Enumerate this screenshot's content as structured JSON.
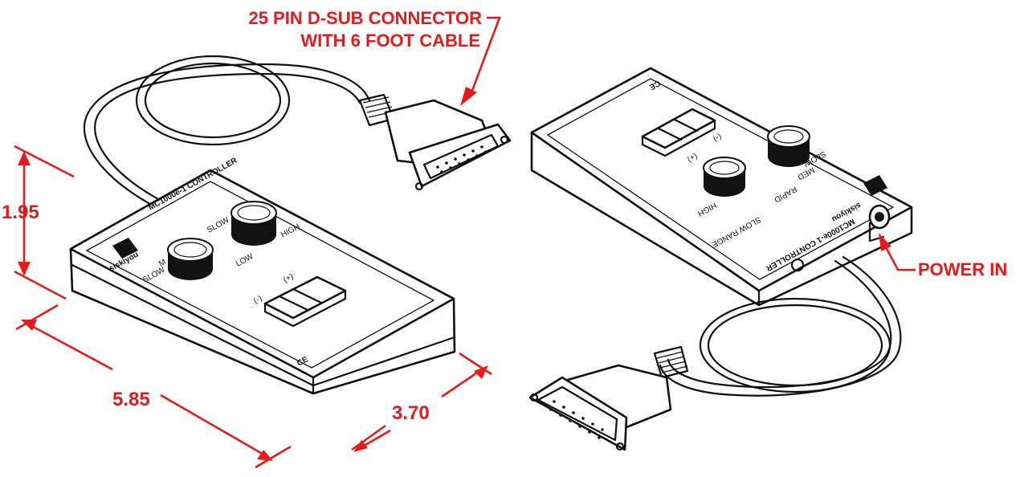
{
  "colors": {
    "annotation": "#e31b1b",
    "linework": "#111111",
    "background": "#ffffff"
  },
  "callouts": {
    "connector_line1": "25 PIN D-SUB CONNECTOR",
    "connector_line2": "WITH 6 FOOT CABLE",
    "power_in": "POWER IN"
  },
  "dimensions": {
    "height": "1.95",
    "length": "5.85",
    "width": "3.70"
  },
  "front_unit": {
    "model": "MC1000e-1 CONTROLLER",
    "brand": "siskiyou",
    "knob1_labels": {
      "slow": "SLOW",
      "med": "M"
    },
    "knob2_labels": {
      "slow": "SLOW",
      "low": "LOW",
      "high": "HIGH"
    },
    "minus": "(-)",
    "plus": "(+)"
  },
  "rear_unit": {
    "model": "MC1000e-1 CONTROLLER",
    "brand": "siskiyou",
    "slow_range": "SLOW RANGE",
    "high": "HIGH",
    "slow": "SLOW",
    "med": "MED",
    "rapid": "RAPID",
    "minus": "(-)",
    "plus": "(+)"
  }
}
